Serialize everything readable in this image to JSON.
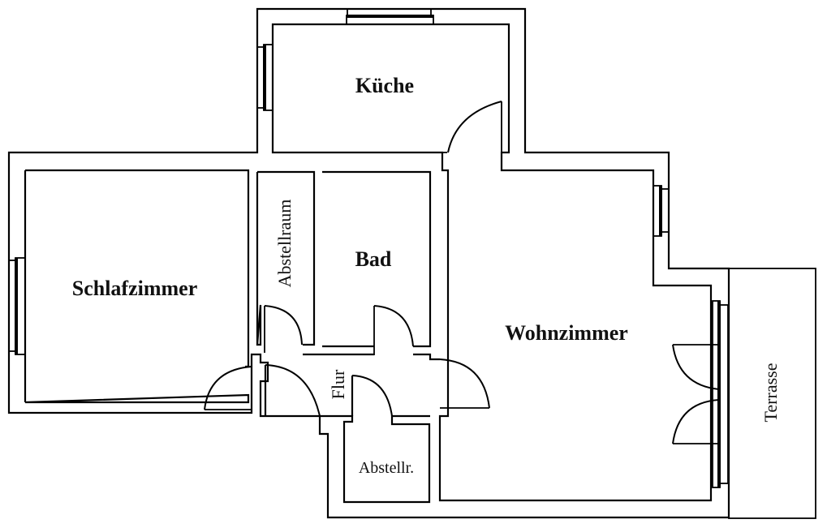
{
  "diagram": {
    "type": "floor-plan",
    "language": "de",
    "colors": {
      "line": "#000000",
      "background": "#ffffff",
      "text": "#111111"
    },
    "rooms": [
      {
        "id": "kueche",
        "label": "Küche",
        "style": "bold"
      },
      {
        "id": "schlafzimmer",
        "label": "Schlafzimmer",
        "style": "bold"
      },
      {
        "id": "abstellraum",
        "label": "Abstellraum",
        "style": "regular",
        "orientation": "vertical"
      },
      {
        "id": "bad",
        "label": "Bad",
        "style": "bold"
      },
      {
        "id": "flur",
        "label": "Flur",
        "style": "regular",
        "orientation": "vertical"
      },
      {
        "id": "abstellr",
        "label": "Abstellr.",
        "style": "regular"
      },
      {
        "id": "wohnzimmer",
        "label": "Wohnzimmer",
        "style": "bold"
      },
      {
        "id": "terrasse",
        "label": "Terrasse",
        "style": "regular",
        "orientation": "vertical"
      }
    ],
    "windows": [
      {
        "room": "kueche",
        "wall": "top"
      },
      {
        "room": "kueche",
        "wall": "left"
      },
      {
        "room": "schlafzimmer",
        "wall": "left"
      },
      {
        "room": "wohnzimmer",
        "wall": "right-upper"
      },
      {
        "room": "wohnzimmer",
        "wall": "right-terrace",
        "kind": "double-door"
      }
    ],
    "doors": [
      {
        "between": [
          "kueche",
          "wohnzimmer"
        ]
      },
      {
        "between": [
          "flur",
          "schlafzimmer"
        ]
      },
      {
        "between": [
          "flur",
          "abstellraum"
        ]
      },
      {
        "between": [
          "flur",
          "bad"
        ]
      },
      {
        "between": [
          "flur",
          "wohnzimmer"
        ]
      },
      {
        "between": [
          "flur",
          "abstellr"
        ]
      },
      {
        "between": [
          "flur",
          "entrance"
        ]
      },
      {
        "between": [
          "wohnzimmer",
          "terrasse"
        ],
        "count": 2
      }
    ]
  }
}
